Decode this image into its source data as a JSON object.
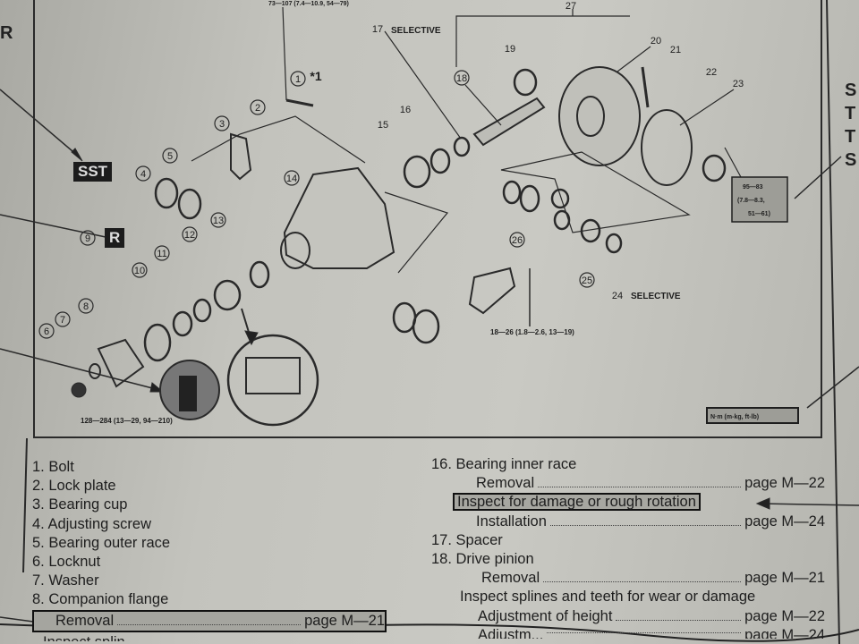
{
  "margin_left": "R",
  "margin_right": [
    "S",
    "T",
    "T",
    "S"
  ],
  "tags": {
    "sst": "SST",
    "r": "R"
  },
  "callouts": {
    "p1": "1",
    "p1_note": "*1",
    "p2": "2",
    "p3": "3",
    "p4": "4",
    "p5": "5",
    "p6": "6",
    "p7": "7",
    "p8": "8",
    "p9": "9",
    "p10": "10",
    "p11": "11",
    "p12": "12",
    "p13": "13",
    "p14": "14",
    "p15": "15",
    "p16": "16",
    "p17": "17",
    "p18": "18",
    "p19": "19",
    "p20": "20",
    "p21": "21",
    "p22": "22",
    "p23": "23",
    "p24": "24",
    "p25": "25",
    "p26": "26",
    "p27": "27"
  },
  "annotations": {
    "torque_bolt": "73—107 (7.4—10.9, 54—79)",
    "selective_17": "SELECTIVE",
    "selective_24": "SELECTIVE",
    "torque_locknut": "128—284 (13—29, 94—210)",
    "torque_lockplate": "18—26 (1.8—2.6, 13—19)",
    "torque_ring_gear": [
      "95—83",
      "(7.8—8.3,",
      "51—61)"
    ],
    "unit_box": "N·m (m-kg, ft-lb)"
  },
  "legend_left": [
    {
      "num": "1.",
      "label": "Bolt"
    },
    {
      "num": "2.",
      "label": "Lock plate"
    },
    {
      "num": "3.",
      "label": "Bearing cup"
    },
    {
      "num": "4.",
      "label": "Adjusting screw"
    },
    {
      "num": "5.",
      "label": "Bearing outer race"
    },
    {
      "num": "6.",
      "label": "Locknut"
    },
    {
      "num": "7.",
      "label": "Washer"
    },
    {
      "num": "8.",
      "label": "Companion flange"
    }
  ],
  "legend_left_sub": {
    "label": "Removal",
    "page": "page M—21",
    "cut_text": "Inspect splin..."
  },
  "legend_right": {
    "item16": "16. Bearing inner race",
    "item16_removal": "Removal",
    "item16_removal_page": "page M—22",
    "item16_inspect": "Inspect for damage or rough rotation",
    "item16_install": "Installation",
    "item16_install_page": "page M—24",
    "item17": "17. Spacer",
    "item18": "18. Drive pinion",
    "item18_removal": "Removal",
    "item18_removal_page": "page M—21",
    "item18_inspect": "Inspect splines and teeth for wear or damage",
    "item18_adj": "Adjustment of height",
    "item18_adj_page": "page M—22",
    "item18_adj2": "Adjustm...",
    "item18_adj2_page": "page M—24"
  }
}
